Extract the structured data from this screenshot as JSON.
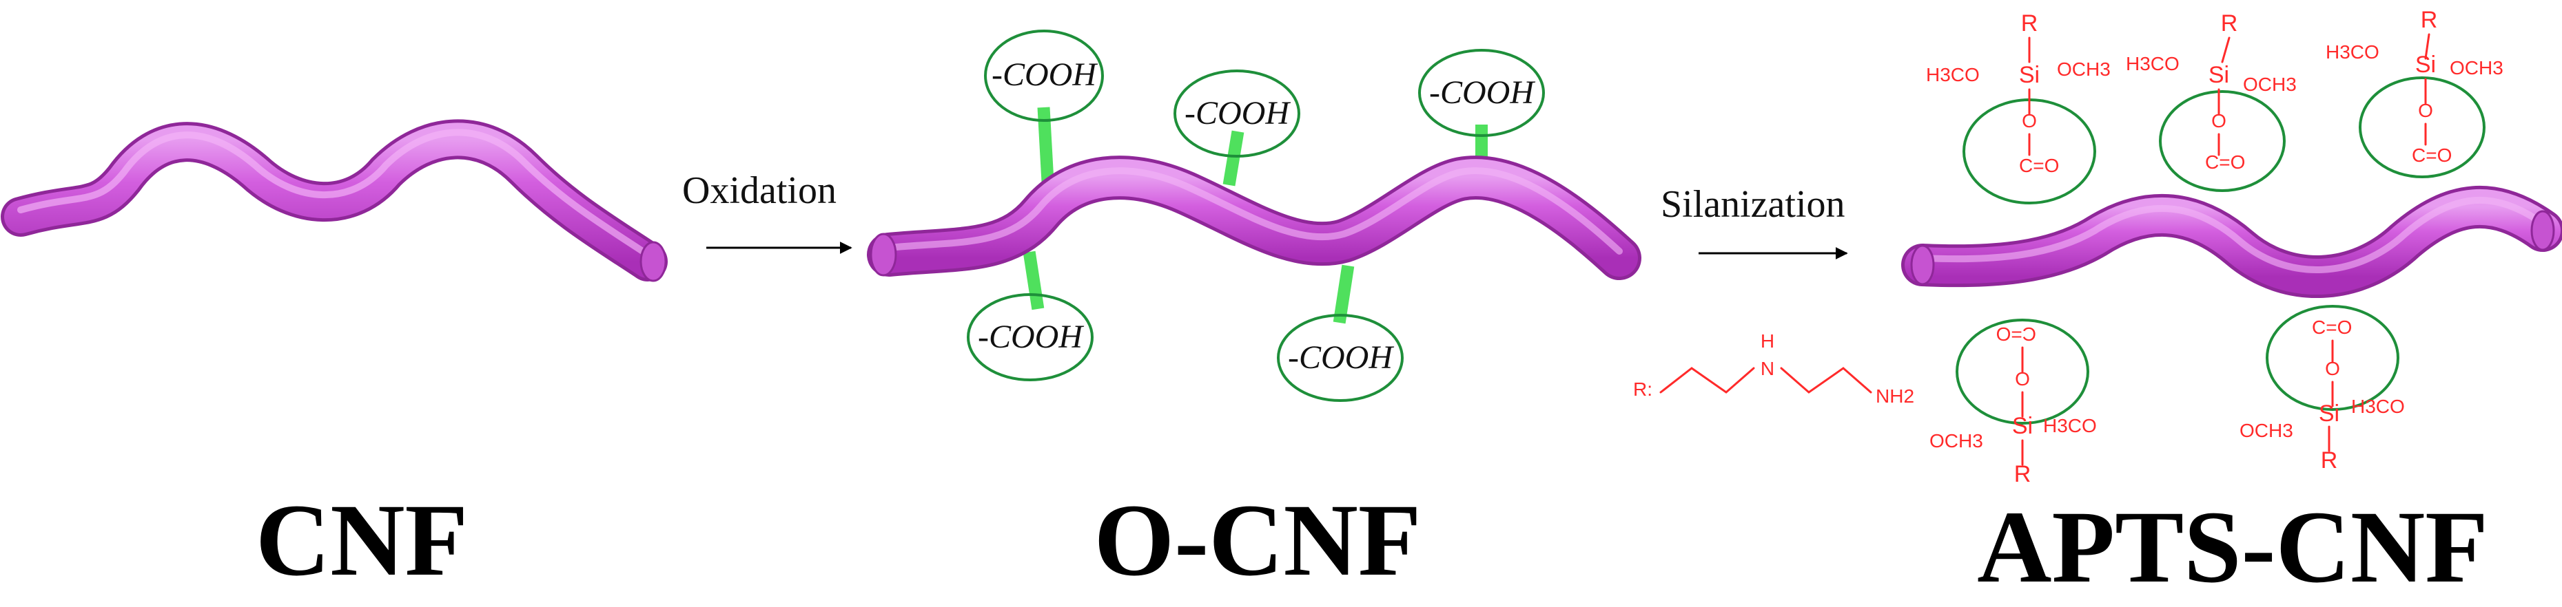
{
  "titles": {
    "cnf": "CNF",
    "ocnf": "O-CNF",
    "aptscnf": "APTS-CNF"
  },
  "steps": {
    "oxidation": "Oxidation",
    "silanization": "Silanization"
  },
  "groups": {
    "carboxyl": "-COOH"
  },
  "amine": {
    "r_label": "R:",
    "nh_label": "H",
    "n_label": "N",
    "nh2_label": "NH2"
  },
  "silane": {
    "r": "R",
    "si": "Si",
    "o": "O",
    "c": "C",
    "c_o": "C=O",
    "h3co": "H3CO",
    "och3": "OCH3"
  },
  "colors": {
    "fiber": "#cf53db",
    "fiber_edge": "#9a2aa8",
    "fiber_highlight": "#f1a4f5",
    "ring": "#1e8f3a",
    "linker": "#4fe05d",
    "chemistry": "#ff2a2a"
  }
}
